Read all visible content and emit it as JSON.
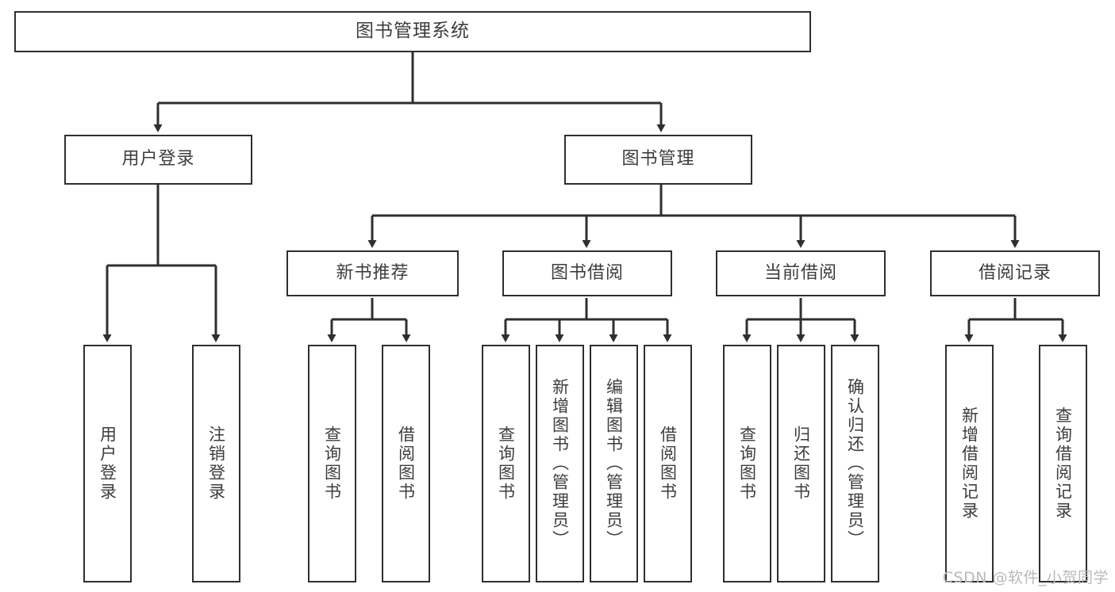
{
  "diagram": {
    "title": "图书管理系统",
    "type": "functional-structure-tree",
    "root": {
      "label": "图书管理系统"
    },
    "level2": [
      {
        "label": "用户登录"
      },
      {
        "label": "图书管理"
      }
    ],
    "level3": [
      {
        "label": "新书推荐"
      },
      {
        "label": "图书借阅"
      },
      {
        "label": "当前借阅"
      },
      {
        "label": "借阅记录"
      }
    ],
    "leaves": {
      "user_login": [
        {
          "label": "用户登录"
        },
        {
          "label": "注销登录"
        }
      ],
      "new_book_recommend": [
        {
          "label": "查询图书"
        },
        {
          "label": "借阅图书"
        }
      ],
      "book_borrow": [
        {
          "label": "查询图书"
        },
        {
          "label": "新增图书（管理员）"
        },
        {
          "label": "编辑图书（管理员）"
        },
        {
          "label": "借阅图书"
        }
      ],
      "current_borrow": [
        {
          "label": "查询图书"
        },
        {
          "label": "归还图书"
        },
        {
          "label": "确认归还（管理员）"
        }
      ],
      "borrow_record": [
        {
          "label": "新增借阅记录"
        },
        {
          "label": "查询借阅记录"
        }
      ]
    }
  },
  "watermark": {
    "text": "CSDN @软件_小贺同学"
  },
  "colors": {
    "border": "#2f2f2f",
    "text": "#3d3d3d",
    "background": "#ffffff",
    "watermark": "#b9b9b9"
  }
}
